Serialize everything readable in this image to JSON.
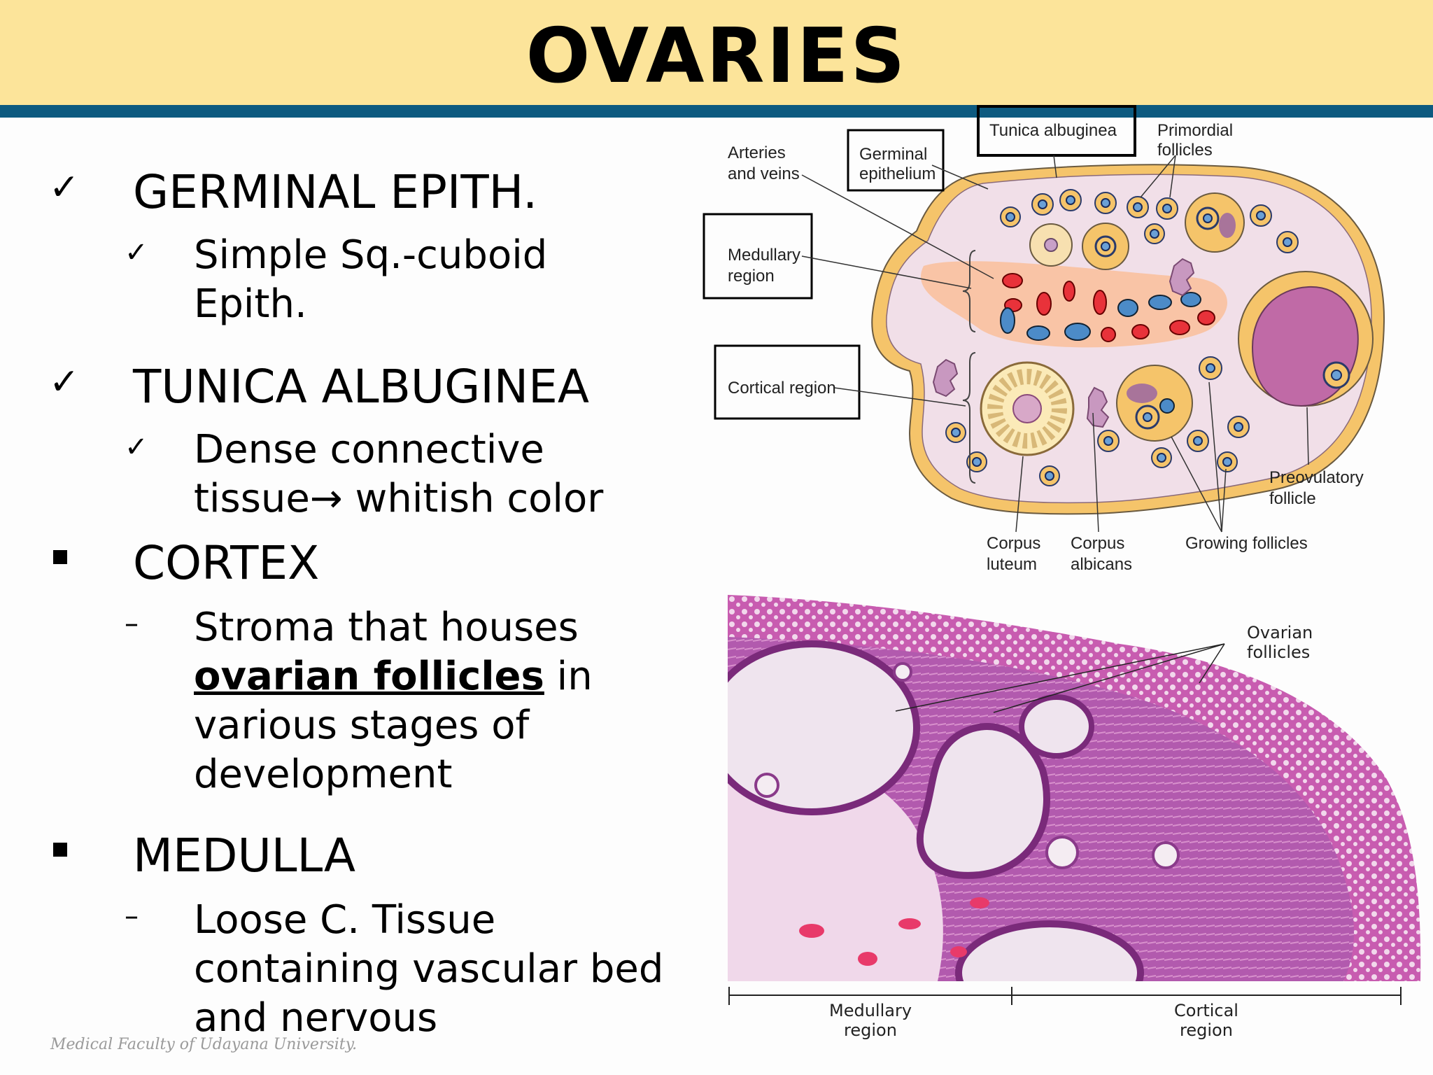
{
  "title": "OVARIES",
  "bullets": [
    {
      "marker": "✓",
      "text": "GERMINAL EPITH.",
      "sub": {
        "marker": "✓",
        "lines": [
          "Simple Sq.-cuboid",
          "Epith."
        ]
      }
    },
    {
      "marker": "✓",
      "text": "TUNICA ALBUGINEA",
      "sub": {
        "marker": "✓",
        "lines": [
          "Dense connective",
          "tissue→ whitish color"
        ]
      }
    },
    {
      "marker": "▪",
      "text": "CORTEX",
      "sub": {
        "marker": "–",
        "line1": "Stroma that houses",
        "line2_bold": "ovarian follicles",
        "line2_rest": " in",
        "line3": "various stages of",
        "line4": "development"
      }
    },
    {
      "marker": "▪",
      "text": "MEDULLA",
      "sub": {
        "marker": "–",
        "lines": [
          "Loose C. Tissue",
          "containing vascular bed",
          "and nervous"
        ]
      }
    }
  ],
  "footer": "Medical Faculty of Udayana University.",
  "diagram": {
    "labels": {
      "arteries_veins": [
        "Arteries",
        "and veins"
      ],
      "germinal_epithelium": [
        "Germinal",
        "epithelium"
      ],
      "tunica_albuginea": "Tunica albuginea",
      "primordial_follicles": [
        "Primordial",
        "follicles"
      ],
      "medullary_region": [
        "Medullary",
        "region"
      ],
      "cortical_region": "Cortical region",
      "preovulatory_follicle": [
        "Preovulatory",
        "follicle"
      ],
      "corpus_luteum": [
        "Corpus",
        "luteum"
      ],
      "corpus_albicans": [
        "Corpus",
        "albicans"
      ],
      "growing_follicles": "Growing follicles"
    }
  },
  "micrograph": {
    "ovarian_follicles": [
      "Ovarian",
      "follicles"
    ],
    "medullary_region": [
      "Medullary",
      "region"
    ],
    "cortical_region": [
      "Cortical",
      "region"
    ]
  },
  "colors": {
    "title_bg": "#fce49a",
    "title_rule": "#0d5a80",
    "ovary_fill": "#f1dfe8",
    "capsule": "#f5c46a",
    "medulla_band": "#f9c4a6",
    "stain": "#c04ca8"
  }
}
